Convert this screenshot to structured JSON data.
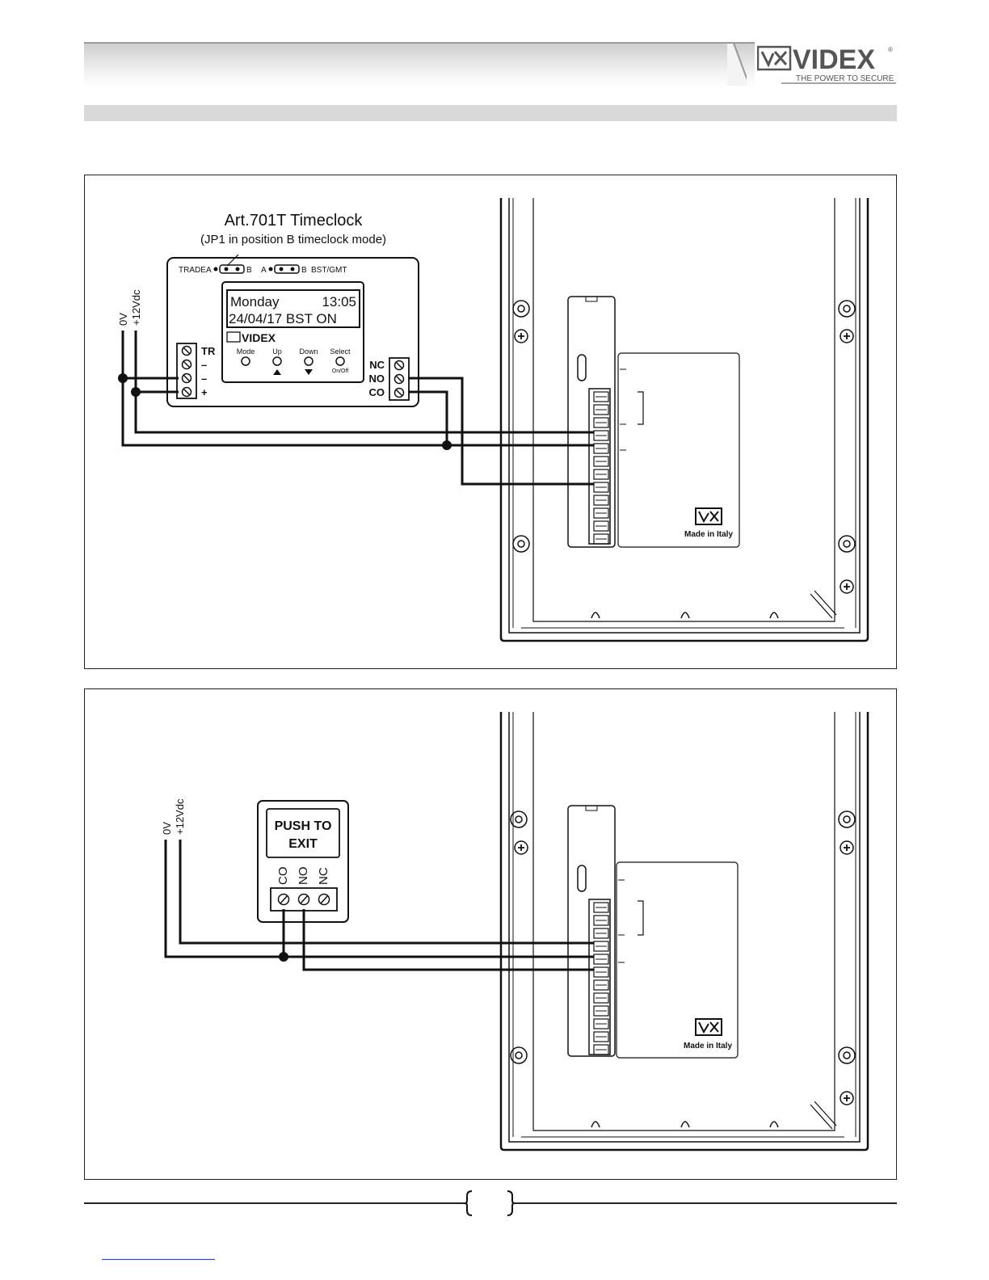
{
  "header": {
    "brand": "VIDEX",
    "tagline": "THE POWER TO SECURE",
    "registered": "®"
  },
  "diagram1": {
    "title": "Art.701T Timeclock",
    "subtitle": "(JP1 in position B timeclock mode)",
    "jumper_trade": "TRADE",
    "jumper_bst": "BST/GMT",
    "jp_a": "A",
    "jp_b": "B",
    "lcd_line1_left": "Monday",
    "lcd_line1_right": "13:05",
    "lcd_line2": "24/04/17  BST  ON",
    "lcd_brand": "VIDEX",
    "buttons": [
      "Mode",
      "Up",
      "Down",
      "Select"
    ],
    "select_sub": "On/Off",
    "left_terminals": [
      "TR",
      "–",
      "–",
      "+"
    ],
    "right_terminals": [
      "NC",
      "NO",
      "CO"
    ],
    "supply_0v": "0V",
    "supply_12v": "+12Vdc",
    "made_in": "Made in Italy"
  },
  "diagram2": {
    "button_line1": "PUSH TO",
    "button_line2": "EXIT",
    "terminals": [
      "CO",
      "NO",
      "NC"
    ],
    "supply_0v": "0V",
    "supply_12v": "+12Vdc",
    "made_in": "Made in Italy"
  }
}
